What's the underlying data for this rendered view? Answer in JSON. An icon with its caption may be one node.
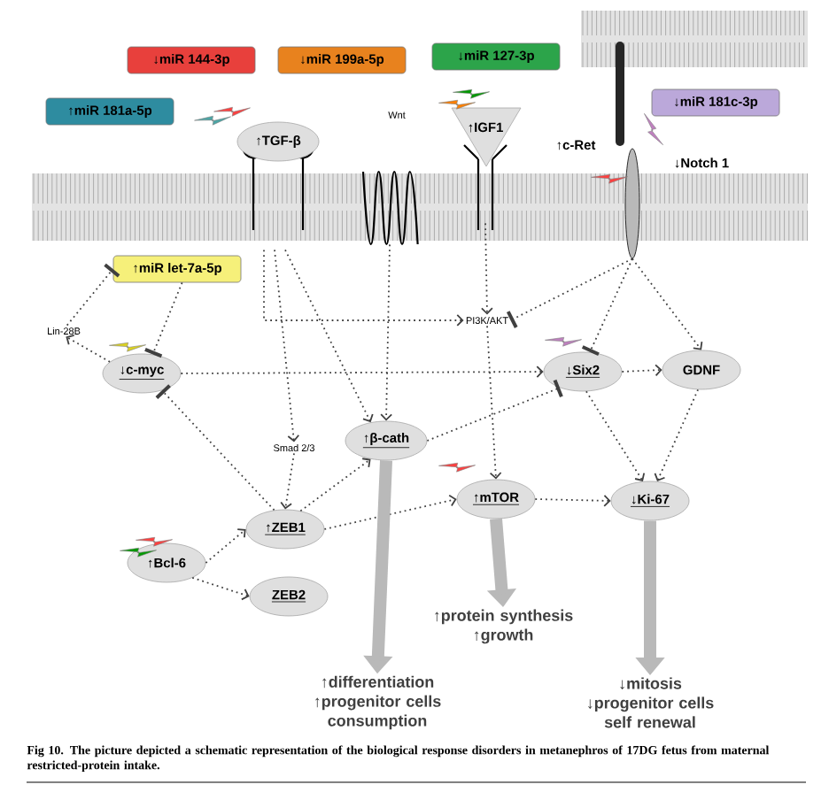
{
  "diagram": {
    "caption": "Fig 10. The picture depicted a schematic representation of the biological response disorders in metanephros of 17DG fetus from maternal restricted-protein intake.",
    "nodes": [
      {
        "text": [
          "↓miR 144-3p"
        ]
      },
      {
        "text": [
          "↓miR 199a-5p"
        ]
      },
      {
        "text": [
          "↓miR 127-3p"
        ]
      },
      {
        "text": [
          "↑miR 181a-5p"
        ]
      },
      {
        "text": [
          "↓miR 181c-3p"
        ]
      },
      {
        "text": [
          "↑TGF-β"
        ]
      },
      {
        "text": [
          "Wnt"
        ]
      },
      {
        "text": [
          "↑IGF1"
        ]
      },
      {
        "text": [
          "↓Notch 1"
        ]
      },
      {
        "text": [
          "↑miR let-7a-5p"
        ]
      },
      {
        "text": [
          "Lin-28B"
        ]
      },
      {
        "text": [
          "↓c-myc"
        ]
      },
      {
        "text": [
          "PI3K/AKT"
        ]
      },
      {
        "text": [
          "↓Six2"
        ]
      },
      {
        "text": [
          "GDNF"
        ]
      },
      {
        "text": [
          "Smad 2/3"
        ]
      },
      {
        "text": [
          "↑β-cath"
        ]
      },
      {
        "text": [
          "↑ZEB1"
        ]
      },
      {
        "text": [
          "↑mTOR"
        ]
      },
      {
        "text": [
          "↓Ki-67"
        ]
      },
      {
        "text": [
          "↑Bcl-6"
        ]
      },
      {
        "text": [
          "ZEB2"
        ]
      },
      {
        "text": [
          "↑differentiation",
          "↑progenitor cells consumption"
        ]
      },
      {
        "text": [
          "↑protein synthesis",
          "↑growth"
        ]
      },
      {
        "text": [
          "↓mitosis",
          "↓progenitor cells self renewal"
        ]
      }
    ],
    "edges": [
      {
        "from": 5,
        "to": 15,
        "arrow": "to",
        "style": "dashed"
      },
      {
        "from": 5,
        "to": 16,
        "arrow": "to",
        "style": "dashed"
      },
      {
        "from": 5,
        "to": 12,
        "arrow": "to",
        "style": "dashed"
      },
      {
        "from": 6,
        "to": 16,
        "arrow": "to",
        "style": "dashed"
      },
      {
        "from": 7,
        "to": 12,
        "arrow": "to",
        "style": "dashed"
      },
      {
        "from": 8,
        "to": 12,
        "arrow": "other",
        "style": "dashed"
      },
      {
        "from": 8,
        "to": 13,
        "arrow": "other",
        "style": "dashed"
      },
      {
        "from": 8,
        "to": 14,
        "arrow": "to",
        "style": "dashed"
      },
      {
        "from": 10,
        "to": 9,
        "arrow": "other",
        "style": "dashed"
      },
      {
        "from": 9,
        "to": 11,
        "arrow": "other",
        "style": "dashed"
      },
      {
        "from": 11,
        "to": 10,
        "arrow": "to",
        "style": "dashed"
      },
      {
        "from": 17,
        "to": 11,
        "arrow": "other",
        "style": "dashed"
      },
      {
        "from": 11,
        "to": 13,
        "arrow": "to",
        "style": "dashed"
      },
      {
        "from": 12,
        "to": 18,
        "arrow": "to",
        "style": "dashed"
      },
      {
        "from": 16,
        "to": 13,
        "arrow": "other",
        "style": "dashed"
      },
      {
        "from": 13,
        "to": 14,
        "arrow": "to",
        "style": "dashed"
      },
      {
        "from": 13,
        "to": 19,
        "arrow": "to",
        "style": "dashed"
      },
      {
        "from": 14,
        "to": 19,
        "arrow": "to",
        "style": "dashed"
      },
      {
        "from": 18,
        "to": 19,
        "arrow": "to",
        "style": "dashed"
      },
      {
        "from": 15,
        "to": 17,
        "arrow": "to",
        "style": "dashed"
      },
      {
        "from": 17,
        "to": 16,
        "arrow": "to",
        "style": "dashed"
      },
      {
        "from": 17,
        "to": 18,
        "arrow": "to",
        "style": "dashed"
      },
      {
        "from": 20,
        "to": 17,
        "arrow": "to",
        "style": "dashed"
      },
      {
        "from": 20,
        "to": 21,
        "arrow": "to",
        "style": "dashed"
      },
      {
        "from": 16,
        "to": 22,
        "arrow": "to",
        "style": "thick",
        "color": "#b9b9b9"
      },
      {
        "from": 18,
        "to": 23,
        "arrow": "to",
        "style": "thick",
        "color": "#b9b9b9"
      },
      {
        "from": 19,
        "to": 24,
        "arrow": "to",
        "style": "thick",
        "color": "#b9b9b9"
      }
    ],
    "labels": [
      "↑c-Ret"
    ]
  }
}
